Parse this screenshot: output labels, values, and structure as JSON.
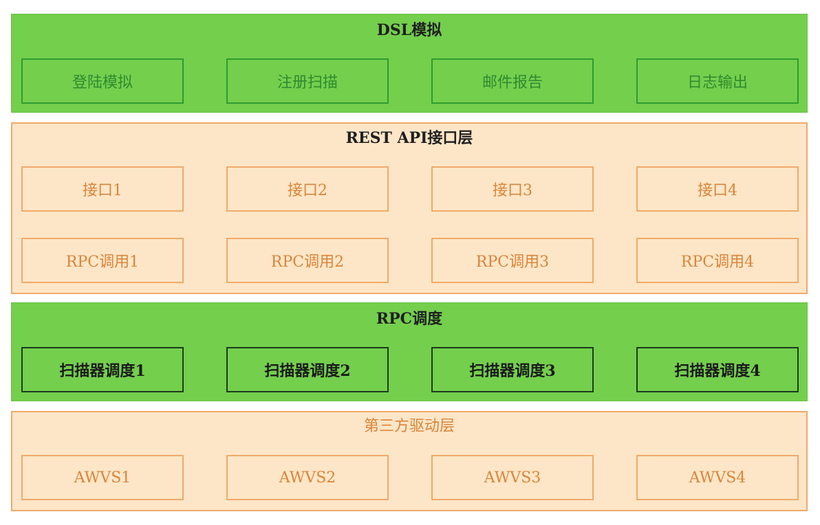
{
  "layers": [
    {
      "title": "DSL模拟",
      "rows": [
        [
          "登陆模拟",
          "注册扫描",
          "邮件报告",
          "日志输出"
        ]
      ]
    },
    {
      "title": "REST API接口层",
      "rows": [
        [
          "接口1",
          "接口2",
          "接口3",
          "接口4"
        ],
        [
          "RPC调用1",
          "RPC调用2",
          "RPC调用3",
          "RPC调用4"
        ]
      ]
    },
    {
      "title": "RPC调度",
      "rows": [
        [
          "扫描器调度1",
          "扫描器调度2",
          "扫描器调度3",
          "扫描器调度4"
        ]
      ]
    },
    {
      "title": "第三方驱动层",
      "rows": [
        [
          "AWVS1",
          "AWVS2",
          "AWVS3",
          "AWVS4"
        ]
      ]
    }
  ]
}
